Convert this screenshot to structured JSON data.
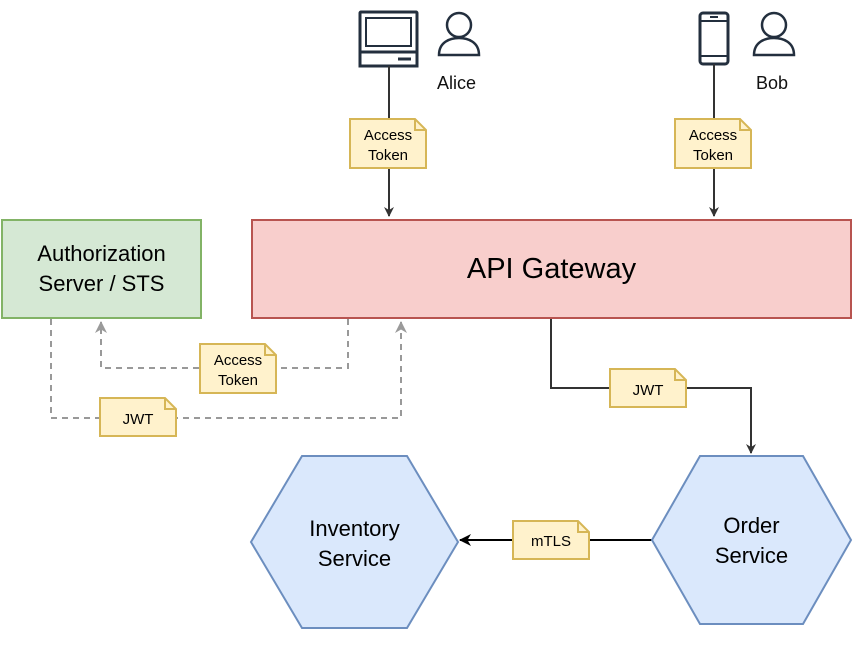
{
  "users": [
    {
      "name": "Alice",
      "device": "desktop-icon"
    },
    {
      "name": "Bob",
      "device": "mobile-phone-icon"
    }
  ],
  "nodes": {
    "auth_server": {
      "line1": "Authorization",
      "line2": "Server / STS"
    },
    "api_gateway": "API Gateway",
    "inventory_service": {
      "line1": "Inventory",
      "line2": "Service"
    },
    "order_service": {
      "line1": "Order",
      "line2": "Service"
    }
  },
  "tokens": {
    "alice_access": {
      "line1": "Access",
      "line2": "Token"
    },
    "bob_access": {
      "line1": "Access",
      "line2": "Token"
    },
    "gateway_auth_access": {
      "line1": "Access",
      "line2": "Token"
    },
    "gateway_auth_jwt": "JWT",
    "gateway_order_jwt": "JWT",
    "order_inventory": "mTLS"
  },
  "colors": {
    "auth_fill": "#d5e8d4",
    "auth_stroke": "#82b366",
    "gateway_fill": "#f8cecc",
    "gateway_stroke": "#b85450",
    "service_fill": "#dae8fc",
    "service_stroke": "#6c8ebf",
    "note_fill": "#fff2cc",
    "note_stroke": "#d6b656",
    "user_icon_stroke": "#232f3e",
    "dashed_edge": "#999999"
  }
}
